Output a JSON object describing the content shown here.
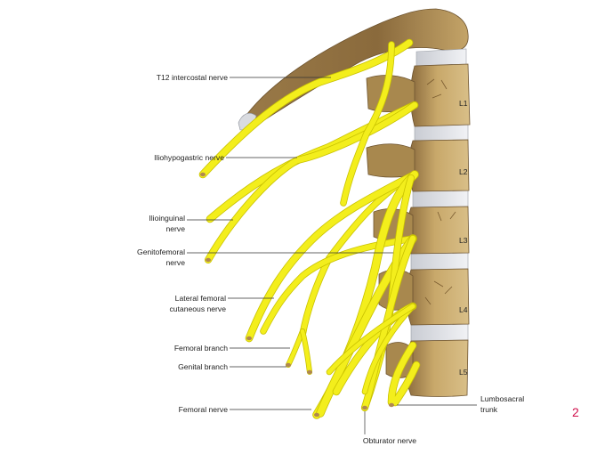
{
  "labels": {
    "t12": "T12 intercostal nerve",
    "iliohypogastric": "Iliohypogastric nerve",
    "ilioinguinal_1": "Ilioinguinal",
    "ilioinguinal_2": "nerve",
    "genitofemoral_1": "Genitofemoral",
    "genitofemoral_2": "nerve",
    "lateral_fem_1": "Lateral femoral",
    "lateral_fem_2": "cutaneous nerve",
    "femoral_branch": "Femoral branch",
    "genital_branch": "Genital branch",
    "femoral_nerve": "Femoral nerve",
    "obturator": "Obturator nerve",
    "lumbosacral_1": "Lumbosacral",
    "lumbosacral_2": "trunk"
  },
  "vertebrae": [
    "L1",
    "L2",
    "L3",
    "L4",
    "L5"
  ],
  "page_number": "2",
  "colors": {
    "nerve": "#f3ee1c",
    "nerve_edge": "#c9c200",
    "bone": "#c8a86a",
    "bone_dark": "#8a6a3c",
    "disc": "#e3e5ea",
    "page_number": "#d0104c"
  }
}
